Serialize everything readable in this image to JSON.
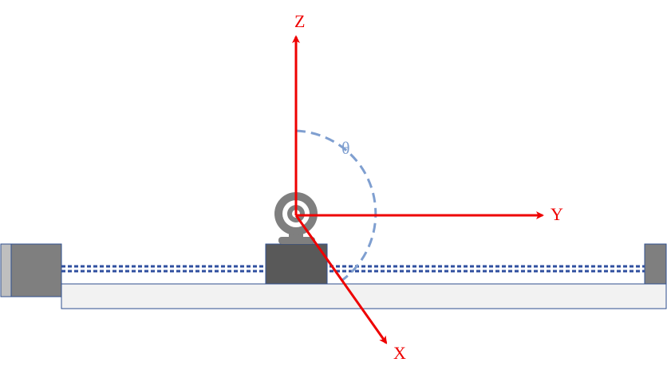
{
  "axes": {
    "z_label": "Z",
    "y_label": "Y",
    "x_label": "X",
    "color": "#ee0000"
  },
  "angle": {
    "label": "θ",
    "color": "#7f9fd0"
  },
  "colors": {
    "motor": "#7f7f7f",
    "motor_cap": "#bfbfbf",
    "base_fill": "#f2f2f2",
    "base_stroke": "#2f4f8f",
    "screw": "#2f4f9f",
    "carriage": "#595959",
    "camera": "#7f7f7f"
  }
}
